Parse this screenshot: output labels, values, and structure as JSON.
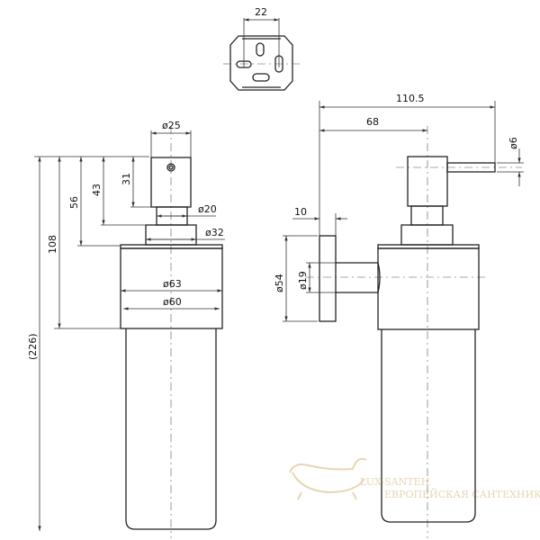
{
  "dimensions": {
    "top_view": {
      "width": "22"
    },
    "front_view": {
      "cap_dia": "ø25",
      "total_height": "(226)",
      "height_108": "108",
      "height_56": "56",
      "height_43": "43",
      "height_31": "31",
      "neck_dia": "ø20",
      "collar_dia": "ø32",
      "body_outer_dia": "ø63",
      "body_inner_dia": "ø60"
    },
    "side_view": {
      "projection_total": "110.5",
      "projection_axis": "68",
      "spout_dia": "ø6",
      "plate_thickness": "10",
      "plate_dia": "ø54",
      "arm_dia": "ø19"
    }
  },
  "watermark": {
    "brand": "LUX-SANTEH",
    "tagline": "ЕВРОПЕЙСКАЯ САНТЕХНИКА"
  }
}
